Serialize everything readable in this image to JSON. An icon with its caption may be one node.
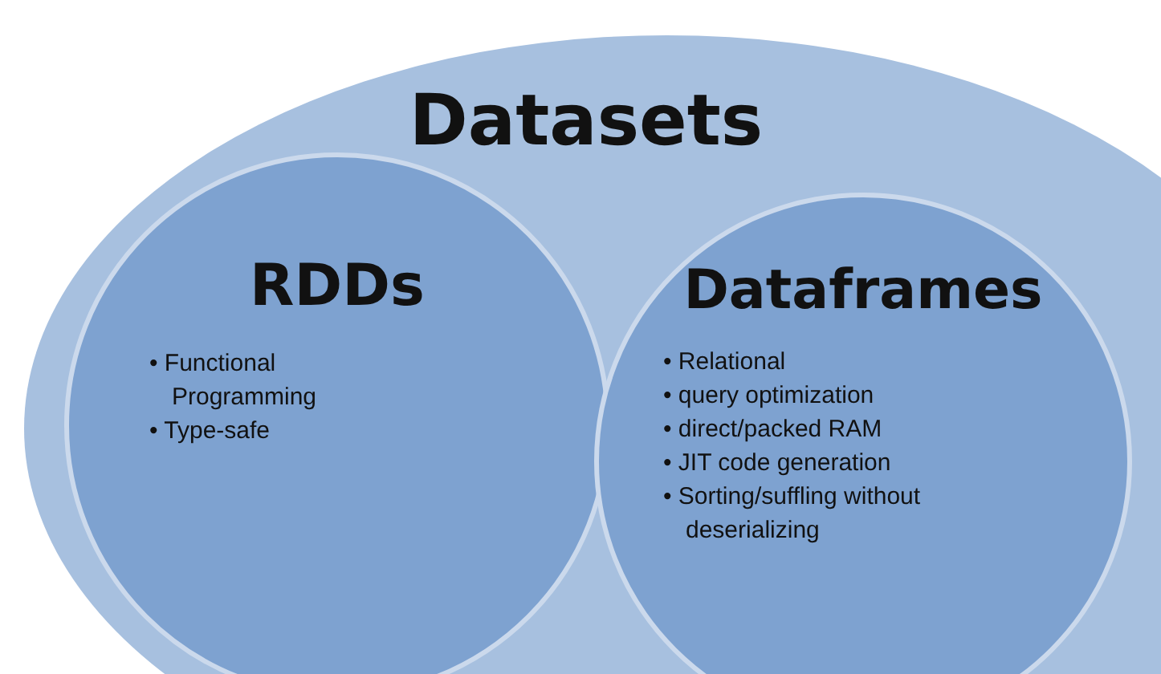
{
  "diagram": {
    "nodes": [
      {
        "text": [
          "Datasets"
        ]
      },
      {
        "text": [
          "RDDs",
          "• Functional Programming",
          "• Type-safe"
        ],
        "in": 0
      },
      {
        "text": [
          "Dataframes",
          "• Relational",
          "• query optimization",
          "• direct/packed RAM",
          "• JIT code generation",
          "• Sorting/suffling without deserializing"
        ],
        "in": 0
      }
    ],
    "edges": []
  }
}
